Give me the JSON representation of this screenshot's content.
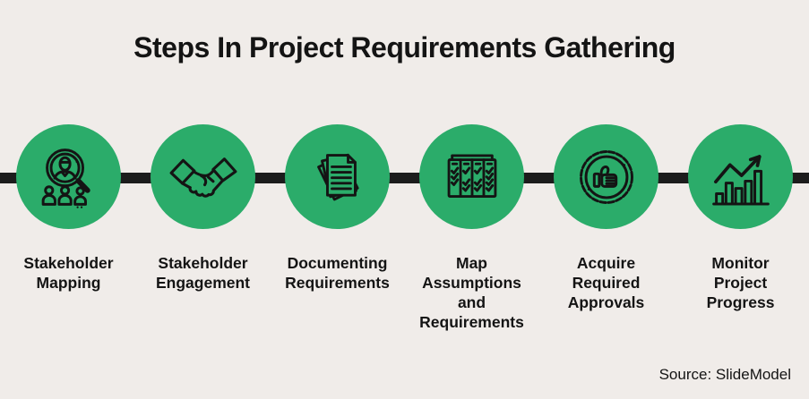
{
  "title": "Steps In Project Requirements Gathering",
  "source_label": "Source: SlideModel",
  "colors": {
    "background": "#F0ECE9",
    "circle": "#2BAC6A",
    "timeline": "#1C1C1C",
    "icon_stroke": "#141414",
    "text": "#141414"
  },
  "steps": [
    {
      "label": "Stakeholder\nMapping",
      "icon": "magnifier-person-group-icon"
    },
    {
      "label": "Stakeholder\nEngagement",
      "icon": "handshake-icon"
    },
    {
      "label": "Documenting\nRequirements",
      "icon": "documents-stack-icon"
    },
    {
      "label": "Map\nAssumptions\nand\nRequirements",
      "icon": "scrum-board-checklist-icon"
    },
    {
      "label": "Acquire\nRequired\nApprovals",
      "icon": "approval-badge-thumbs-up-icon"
    },
    {
      "label": "Monitor\nProject\nProgress",
      "icon": "growth-chart-arrow-icon"
    }
  ]
}
